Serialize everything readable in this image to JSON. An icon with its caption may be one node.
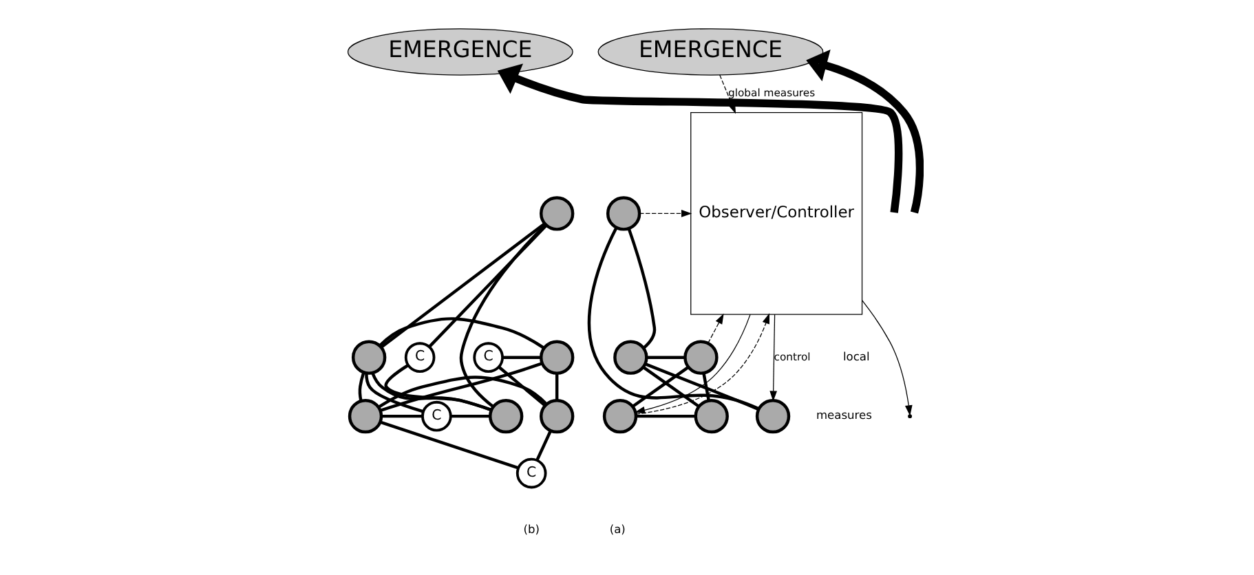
{
  "diagram": {
    "nodes": [
      {
        "text": [
          "Observer/Controller"
        ]
      },
      {
        "text": [
          "EMERGENCE"
        ]
      },
      {
        "text": [],
        "shape": "circle"
      },
      {
        "text": [],
        "shape": "circle"
      },
      {
        "text": [],
        "shape": "circle"
      },
      {
        "text": [],
        "shape": "circle"
      },
      {
        "text": [],
        "shape": "circle"
      },
      {
        "text": [],
        "shape": "circle"
      },
      {
        "text": [
          "EMERGENCE"
        ]
      },
      {
        "text": [],
        "shape": "circle"
      },
      {
        "text": [],
        "shape": "circle"
      },
      {
        "text": [
          "C"
        ]
      },
      {
        "text": [
          "C"
        ]
      },
      {
        "text": [],
        "shape": "circle"
      },
      {
        "text": [],
        "shape": "circle"
      },
      {
        "text": [
          "C"
        ]
      },
      {
        "text": [],
        "shape": "circle"
      },
      {
        "text": [
          "C"
        ]
      },
      {
        "text": [],
        "shape": "circle"
      }
    ],
    "edges": [
      {
        "from": 1,
        "to": 0,
        "arrow": "to",
        "style": "dashed",
        "label": "global measures"
      },
      {
        "from": 2,
        "to": 0,
        "arrow": "to",
        "style": "dashed"
      },
      {
        "from": 3,
        "to": 0,
        "arrow": "to",
        "style": "dashed"
      },
      {
        "from": 5,
        "to": 0,
        "arrow": "to",
        "style": "dashed"
      },
      {
        "from": 0,
        "to": 5,
        "arrow": "to"
      },
      {
        "from": 0,
        "to": null,
        "arrow": "to"
      },
      {
        "from": 0,
        "to": 7,
        "arrow": "to",
        "label": "control"
      },
      {
        "from": null,
        "to": 1,
        "arrow": "to",
        "style": "thick"
      },
      {
        "from": 5,
        "to": 3,
        "arrow": "none"
      },
      {
        "from": 5,
        "to": 6,
        "arrow": "none"
      },
      {
        "from": 3,
        "to": 6,
        "arrow": "none"
      },
      {
        "from": 3,
        "to": 4,
        "arrow": "none"
      },
      {
        "from": 6,
        "to": 4,
        "arrow": "none"
      },
      {
        "from": 4,
        "to": 2,
        "arrow": "none"
      },
      {
        "from": 4,
        "to": 7,
        "arrow": "none"
      },
      {
        "from": 2,
        "to": 7,
        "arrow": "none"
      },
      {
        "from": null,
        "to": 8,
        "arrow": "to",
        "style": "thick"
      },
      {
        "from": 11,
        "to": 10,
        "arrow": "none"
      },
      {
        "from": 11,
        "to": 9,
        "arrow": "none"
      },
      {
        "from": 9,
        "to": 10,
        "arrow": "none"
      },
      {
        "from": 10,
        "to": 13,
        "arrow": "none"
      },
      {
        "from": 9,
        "to": 13,
        "arrow": "none"
      },
      {
        "from": 9,
        "to": 12,
        "arrow": "none"
      },
      {
        "from": 13,
        "to": 12,
        "arrow": "none"
      },
      {
        "from": 10,
        "to": 14,
        "arrow": "none"
      },
      {
        "from": 13,
        "to": 14,
        "arrow": "none"
      },
      {
        "from": 13,
        "to": 15,
        "arrow": "none"
      },
      {
        "from": 14,
        "to": 15,
        "arrow": "none"
      },
      {
        "from": 14,
        "to": 16,
        "arrow": "none"
      },
      {
        "from": 14,
        "to": 18,
        "arrow": "none"
      },
      {
        "from": 15,
        "to": 18,
        "arrow": "none"
      },
      {
        "from": 16,
        "to": 18,
        "arrow": "none"
      },
      {
        "from": 16,
        "to": 17,
        "arrow": "none"
      },
      {
        "from": 17,
        "to": 18,
        "arrow": "none"
      }
    ],
    "labels": [
      "local",
      "measures",
      "(a)",
      "(b)"
    ]
  }
}
